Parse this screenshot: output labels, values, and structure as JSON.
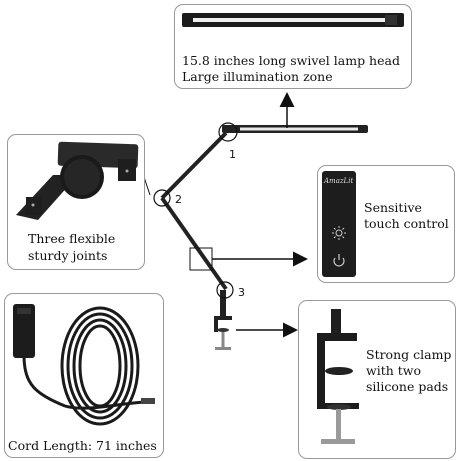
{
  "lamp_head": {
    "line1": "15.8 inches long swivel lamp head",
    "line2": "Large illumination zone"
  },
  "joints": {
    "line1": "Three flexible",
    "line2": "sturdy joints"
  },
  "touch": {
    "brand": "AmazLit",
    "line1": "Sensitive",
    "line2": "touch control"
  },
  "cord": {
    "label": "Cord Length: 71 inches"
  },
  "clamp": {
    "line1": "Strong clamp",
    "line2": "with two",
    "line3": "silicone pads"
  },
  "joint_numbers": [
    "1",
    "2",
    "3"
  ],
  "icons": [
    "sun-brightness-icon",
    "power-icon"
  ],
  "colors": {
    "lamp_body": "#1f1f1f",
    "border": "#999999",
    "arrow": "#111111"
  }
}
